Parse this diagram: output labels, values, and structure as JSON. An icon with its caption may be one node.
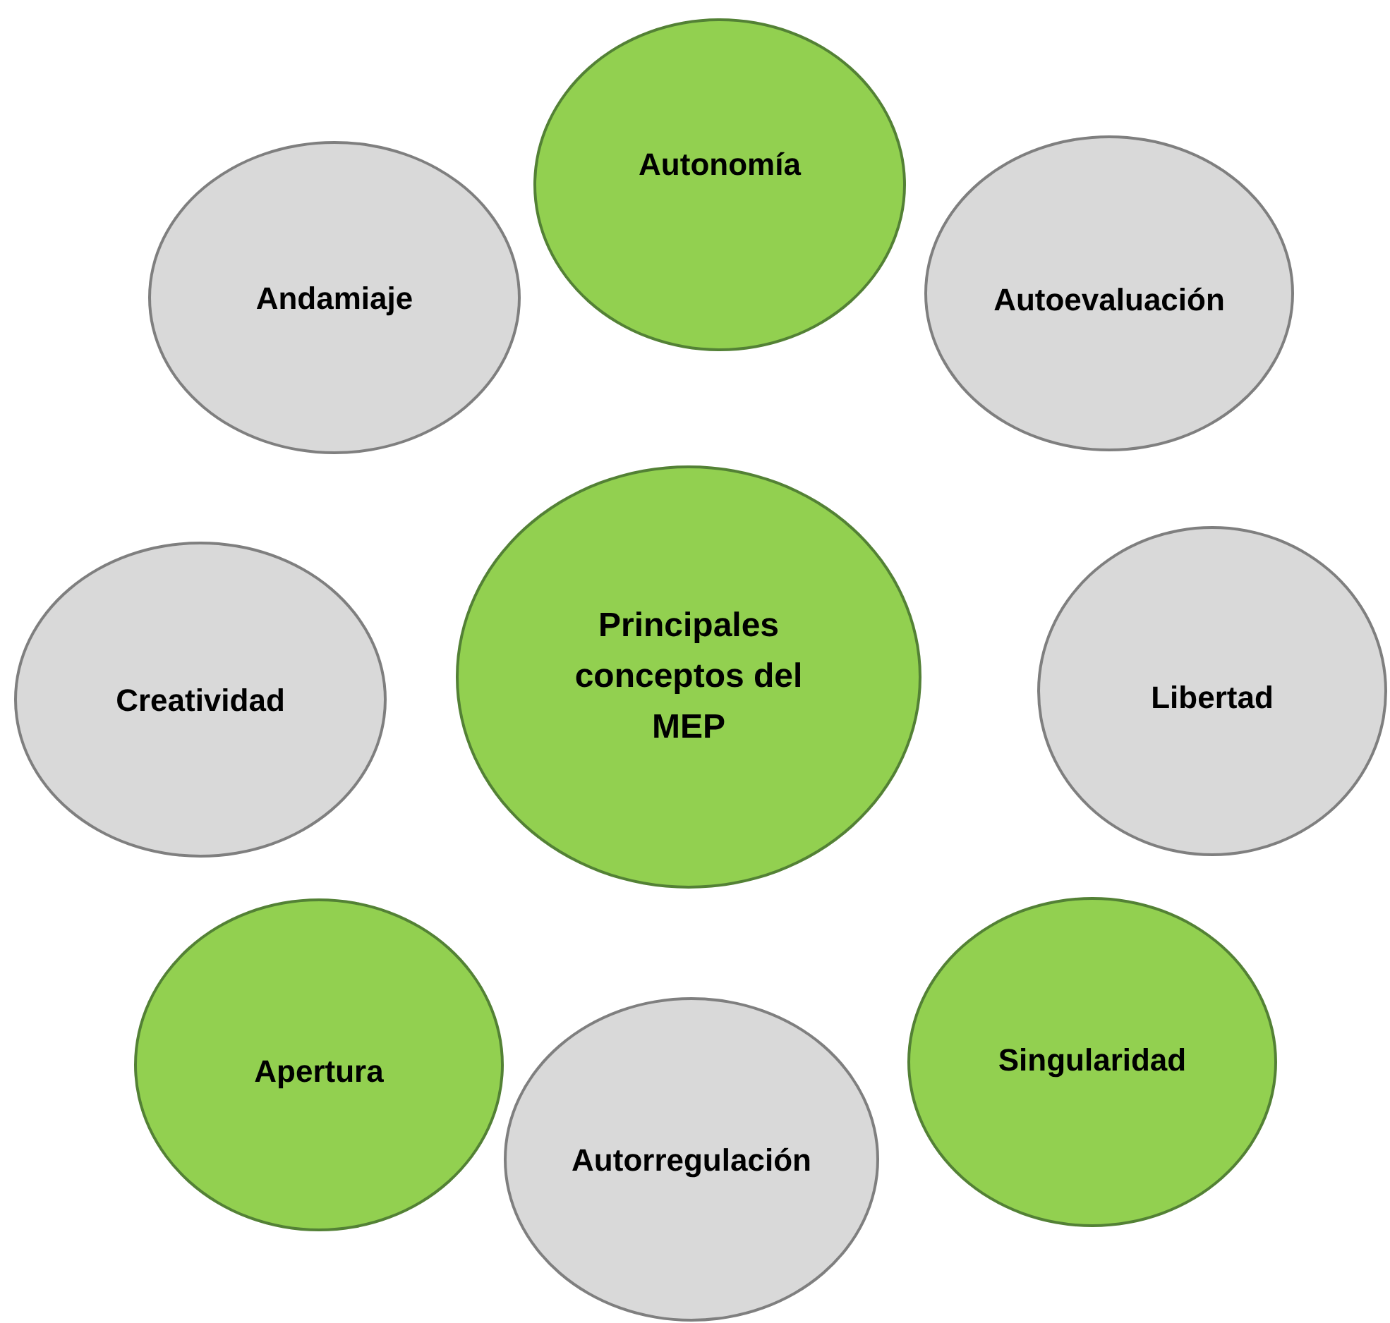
{
  "diagram": {
    "nodes": [
      {
        "text": [
          "Autonomía"
        ]
      },
      {
        "text": [
          "Andamiaje"
        ]
      },
      {
        "text": [
          "Autoevaluación"
        ]
      },
      {
        "text": [
          "Principales conceptos del MEP"
        ]
      },
      {
        "text": [
          "Creatividad"
        ]
      },
      {
        "text": [
          "Libertad"
        ]
      },
      {
        "text": [
          "Apertura"
        ]
      },
      {
        "text": [
          "Autorregulación"
        ]
      },
      {
        "text": [
          "Singularidad"
        ]
      }
    ]
  }
}
